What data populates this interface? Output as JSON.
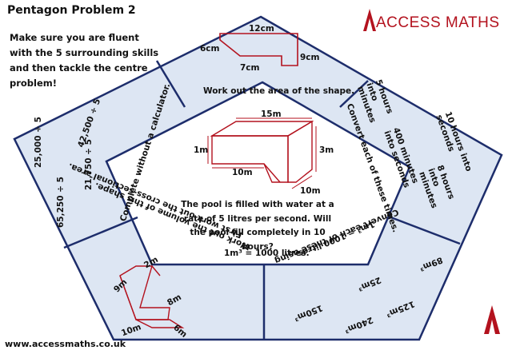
{
  "header": {
    "title": "Pentagon Problem 2",
    "intro": "Make sure you are fluent with the 5 surrounding skills and then tackle the centre problem!",
    "logo_text": "ACCESS MATHS"
  },
  "footer": {
    "url": "www.accessmaths.co.uk"
  },
  "top_panel": {
    "instruction": "Work out the area of the shape.",
    "dims": {
      "top": "12cm",
      "left": "6cm",
      "right": "9cm",
      "bottom": "7cm"
    }
  },
  "left_panel": {
    "instruction": "Complete without a calculator.",
    "problems": [
      "25,000 ÷ 5",
      "42,500 ÷ 5",
      "21,750 ÷ 5",
      "65,250 ÷ 5"
    ]
  },
  "right_panel": {
    "instruction": "Convert each of these times.",
    "items": [
      "5 hours into minutes",
      "400 minutes into seconds",
      "10 hours into seconds",
      "8 hours into minutes"
    ]
  },
  "bottom_right_panel": {
    "instruction_line1": "Convert each of these using",
    "instruction_line2": "1m³ = 1000 litres",
    "items": [
      "89m³",
      "125m³",
      "25m³",
      "240m³",
      "150m³"
    ]
  },
  "bottom_left_panel": {
    "instruction_line1": "First work out the cross-sectional area.",
    "instruction_line2": "Work out the volume of this shape.",
    "dims": [
      "9m",
      "2m",
      "8m",
      "10m",
      "6m"
    ]
  },
  "centre": {
    "dims": {
      "length": "15m",
      "depth_shallow": "1m",
      "depth_deep": "3m",
      "bottom": "10m",
      "width": "10m"
    },
    "problem": "The pool is filled with water at a rate of 5 litres per second. Will the pool fill completely in 10 hours?",
    "fact": "1m³ = 1000 litres."
  },
  "colors": {
    "panel_fill": "#dde6f3",
    "border": "#1d2d6b",
    "accent_red": "#b3121e"
  }
}
